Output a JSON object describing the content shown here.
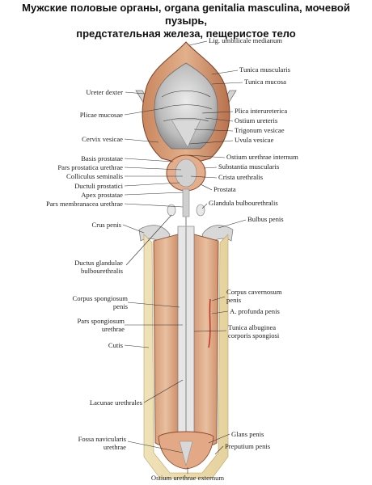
{
  "title": {
    "line1": "Мужские половые органы, organa genitalia masculina, мочевой пузырь,",
    "line2": "предстательная железа, пещеристое тело"
  },
  "labels_left": [
    "Ureter dexter",
    "Plicae mucosae",
    "Cervix vesicae",
    "Basis prostatae",
    "Pars prostatica urethrae",
    "Colliculus seminalis",
    "Ductuli prostatici",
    "Apex prostatae",
    "Pars membranacea urethrae",
    "Crus penis",
    "Ductus glandulae",
    "bulbourethralis",
    "Corpus spongiosum",
    "penis",
    "Pars spongiosum",
    "urethrae",
    "Cutis",
    "Lacunae urethrales",
    "Fossa navicularis",
    "urethrae"
  ],
  "labels_right": [
    "Lig. umbilicale medianum",
    "Tunica muscularis",
    "Tunica mucosa",
    "Plica interureterica",
    "Ostium ureteris",
    "Trigonum vesicae",
    "Uvula vesicae",
    "Ostium urethrae internum",
    "Substantia muscularis",
    "Crista urethralis",
    "Prostata",
    "Glandula bulbourethralis",
    "Bulbus penis",
    "Corpus cavernosum",
    "penis",
    "A. profunda penis",
    "Tunica albuginea",
    "corporis spongiosi",
    "Glans penis",
    "Preputium penis"
  ],
  "label_bottom": "Ostium urethrae externum"
}
